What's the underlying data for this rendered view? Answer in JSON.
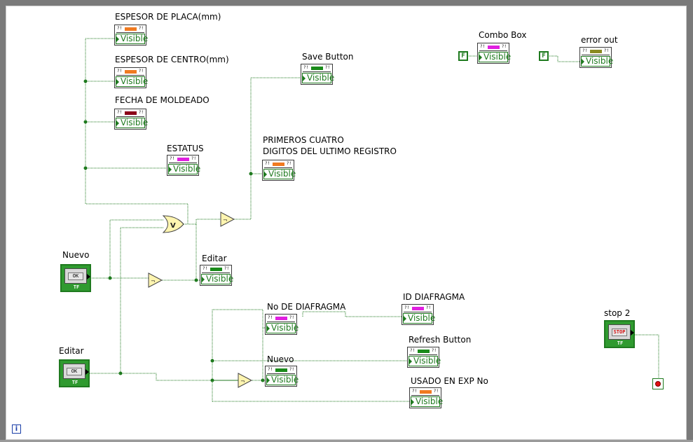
{
  "labels": {
    "espesor_placa": "ESPESOR DE PLACA(mm)",
    "espesor_centro": "ESPESOR DE CENTRO(mm)",
    "fecha_moldeado": "FECHA DE MOLDEADO",
    "estatus": "ESTATUS",
    "save_button": "Save Button",
    "primeros_line1": "PRIMEROS CUATRO",
    "primeros_line2": "DIGITOS DEL ULTIMO REGISTRO",
    "combo_box": "Combo Box",
    "error_out": "error out",
    "nuevo_ctrl": "Nuevo",
    "editar_node": "Editar",
    "editar_ctrl": "Editar",
    "no_diafragma": "No DE DIAFRAGMA",
    "id_diafragma": "ID DIAFRAGMA",
    "refresh_button": "Refresh Button",
    "nuevo_node": "Nuevo",
    "usado_exp": "USADO EN EXP No",
    "stop2": "stop 2"
  },
  "property": "Visible",
  "node_header_mark": "?!",
  "button_text": {
    "ok": "OK",
    "stop": "STOP",
    "tf": "TF"
  },
  "constant_text": "F",
  "info_icon": "i",
  "colors": {
    "wire": "#1f7a1f",
    "bool": "#1f7a1f",
    "orange": "#f07a20",
    "magenta": "#e020e0",
    "darkred": "#8a0018",
    "green": "#1a8a1a",
    "olive": "#8a8a20",
    "gate": "#fff5b0"
  }
}
